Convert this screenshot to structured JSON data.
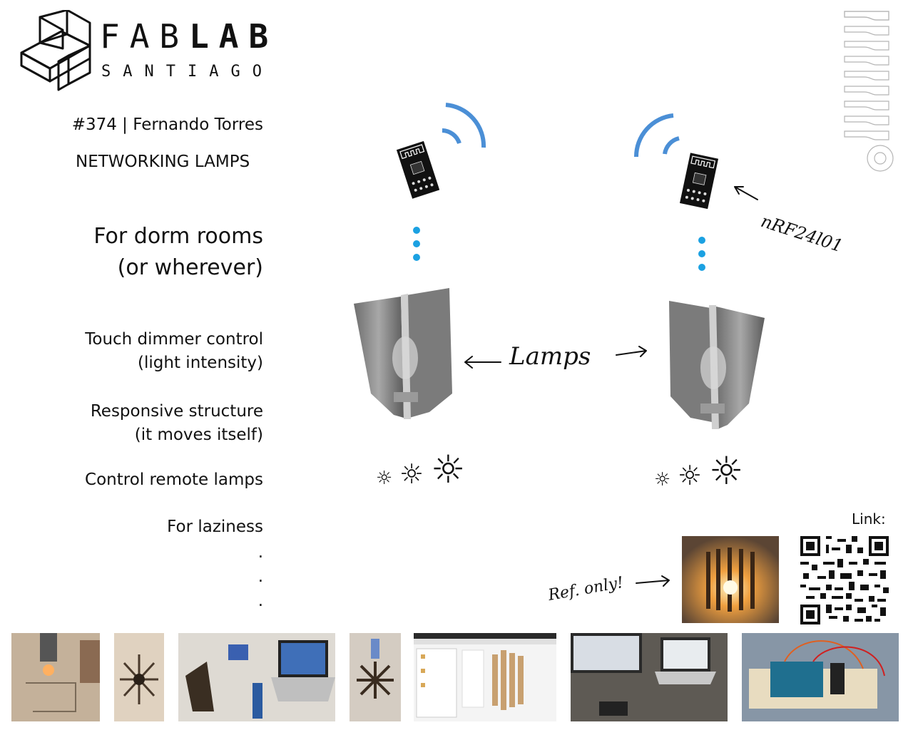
{
  "logo": {
    "word_top_a": "FAB",
    "word_top_b": "LAB",
    "word_bottom": "SANTIAGO"
  },
  "author": "#374 | Fernando Torres",
  "project_title": "NETWORKING LAMPS",
  "tagline": [
    "For dorm rooms",
    "(or wherever)"
  ],
  "features": [
    [
      "Touch dimmer control",
      "(light intensity)"
    ],
    [
      "Responsive structure",
      "(it moves itself)"
    ],
    [
      "Control remote lamps"
    ],
    [
      "For laziness"
    ]
  ],
  "ellipsis": [
    ".",
    ".",
    "."
  ],
  "annotations": {
    "lamps": "Lamps",
    "radio_module": "nRF24l01",
    "ref_only": "Ref. only!",
    "link": "Link:"
  },
  "colors": {
    "signal_blue": "#4b8fd6",
    "dot_blue": "#1ba1e2"
  },
  "icons": [
    "fablab-logo-icon",
    "wifi-signal-icon",
    "nrf24l01-module-icon",
    "sun-icon",
    "qr-code-icon",
    "arrow-icon"
  ],
  "sun_glyph": "☼"
}
